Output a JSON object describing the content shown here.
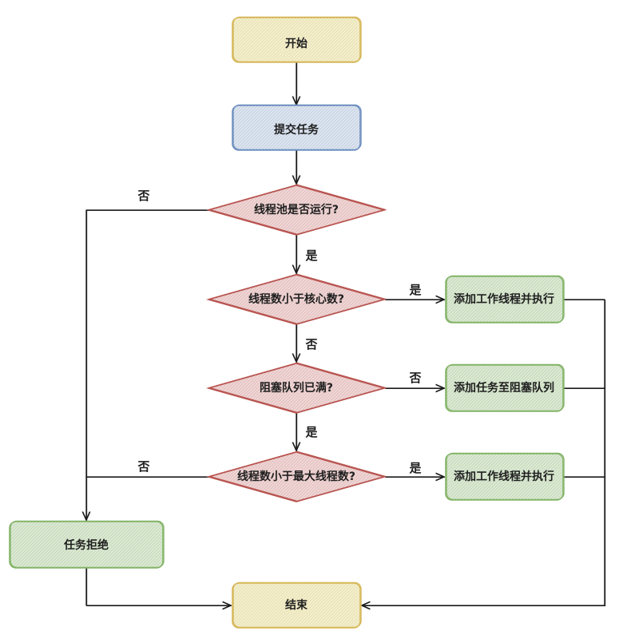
{
  "diagram": {
    "nodes": {
      "start": {
        "label": "开始",
        "shape": "rounded-rect",
        "fill": "#fdf6c9",
        "stroke": "#d6b656"
      },
      "submit": {
        "label": "提交任务",
        "shape": "rounded-rect",
        "fill": "#dde8f7",
        "stroke": "#6c8ebf"
      },
      "pool_running": {
        "label": "线程池是否运行?",
        "shape": "diamond",
        "fill": "#f7d6d5",
        "stroke": "#b85450"
      },
      "less_core": {
        "label": "线程数小于核心数?",
        "shape": "diamond",
        "fill": "#f7d6d5",
        "stroke": "#b85450"
      },
      "queue_full": {
        "label": "阻塞队列已满?",
        "shape": "diamond",
        "fill": "#f7d6d5",
        "stroke": "#b85450"
      },
      "less_max": {
        "label": "线程数小于最大线程数?",
        "shape": "diamond",
        "fill": "#f7d6d5",
        "stroke": "#b85450"
      },
      "add_worker_1": {
        "label": "添加工作线程并执行",
        "shape": "rounded-rect",
        "fill": "#dcefd2",
        "stroke": "#82b366"
      },
      "add_queue": {
        "label": "添加任务至阻塞队列",
        "shape": "rounded-rect",
        "fill": "#dcefd2",
        "stroke": "#82b366"
      },
      "add_worker_2": {
        "label": "添加工作线程并执行",
        "shape": "rounded-rect",
        "fill": "#dcefd2",
        "stroke": "#82b366"
      },
      "reject": {
        "label": "任务拒绝",
        "shape": "rounded-rect",
        "fill": "#dcefd2",
        "stroke": "#82b366"
      },
      "end": {
        "label": "结束",
        "shape": "rounded-rect",
        "fill": "#fdf6c9",
        "stroke": "#d6b656"
      }
    },
    "edge_labels": {
      "pool_no": "否",
      "pool_yes": "是",
      "core_yes": "是",
      "core_no": "否",
      "queue_no": "否",
      "queue_yes": "是",
      "max_yes": "是",
      "max_no": "否"
    },
    "line_color": "#1a1a1a"
  }
}
